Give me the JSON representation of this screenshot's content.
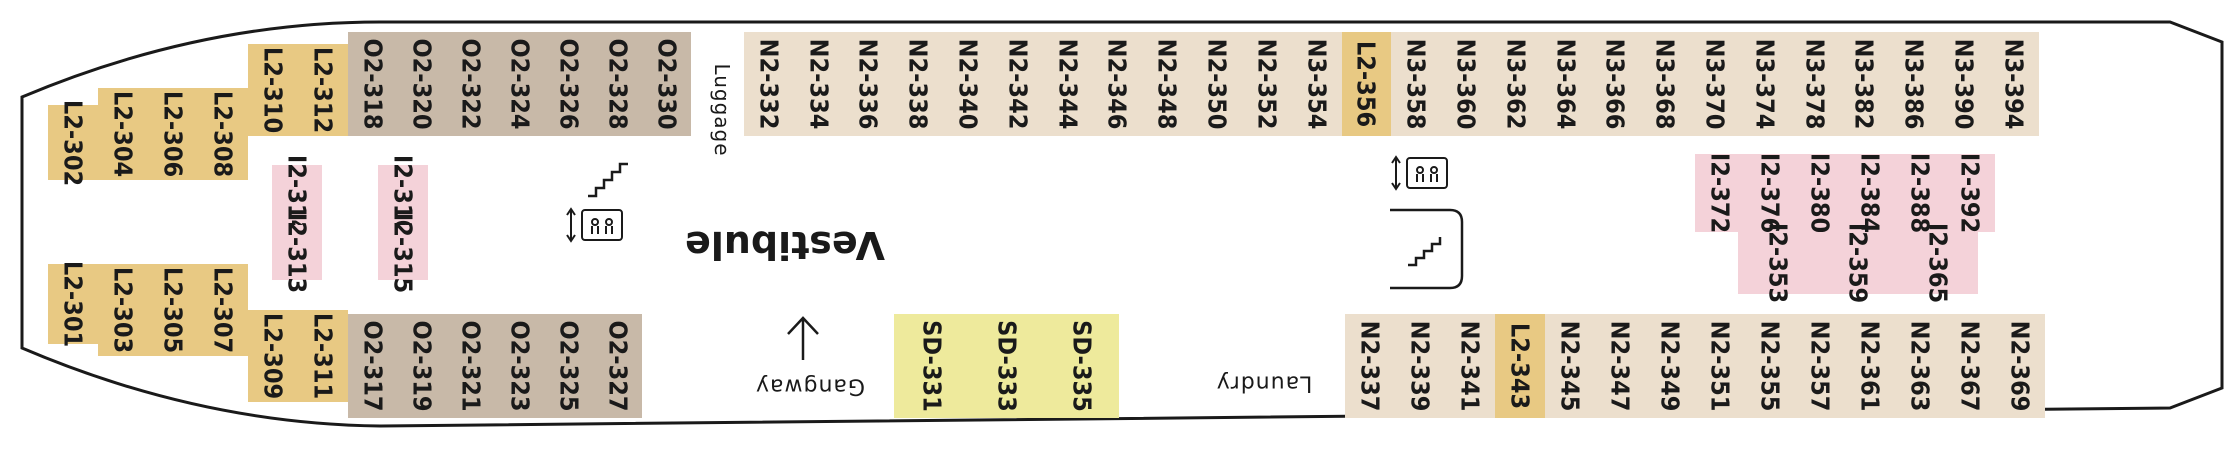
{
  "colors": {
    "suite_gold": "#e8c983",
    "balcony_taupe": "#c8b9a8",
    "standard_beige": "#ecdfcd",
    "interior_pink": "#f4d2d9",
    "special_yellow": "#eeea9c",
    "hull_stroke": "#1a1a1a"
  },
  "labels": {
    "vestibule": "Vestibule",
    "gangway": "Gangway",
    "laundry": "Laundry",
    "luggage": "Luggage"
  },
  "icons": [
    "stairs-icon",
    "elevator-icon",
    "arrow-up-icon"
  ],
  "cabins": {
    "bow_suites": [
      "L2-302",
      "L2-304",
      "L2-306",
      "L2-308",
      "L2-310",
      "L2-312",
      "L2-301",
      "L2-303",
      "L2-305",
      "L2-307",
      "L2-309",
      "L2-311"
    ],
    "bow_interior": [
      "I2-314",
      "I2-313",
      "I2-316",
      "I2-315"
    ],
    "balcony_top": [
      "O2-318",
      "O2-320",
      "O2-322",
      "O2-324",
      "O2-326",
      "O2-328",
      "O2-330"
    ],
    "balcony_bottom": [
      "O2-317",
      "O2-319",
      "O2-321",
      "O2-323",
      "O2-325",
      "O2-327"
    ],
    "special": [
      "SD-331",
      "SD-333",
      "SD-335"
    ],
    "top_row": [
      "N2-332",
      "N2-334",
      "N2-336",
      "N2-338",
      "N2-340",
      "N2-342",
      "N2-344",
      "N2-346",
      "N2-348",
      "N2-350",
      "N2-352",
      "N3-354",
      "L2-356",
      "N3-358",
      "N3-360",
      "N3-362",
      "N3-364",
      "N3-366",
      "N3-368",
      "N3-370",
      "N3-374",
      "N3-378",
      "N3-382",
      "N3-386",
      "N3-390",
      "N3-394"
    ],
    "bottom_row": [
      "N2-337",
      "N2-339",
      "N2-341",
      "L2-343",
      "N2-345",
      "N2-347",
      "N2-349",
      "N2-351",
      "N2-355",
      "N2-357",
      "N2-361",
      "N2-363",
      "N2-367",
      "N2-369"
    ],
    "stern_interior_top": [
      "I2-372",
      "I2-376",
      "I2-380",
      "I2-384",
      "I2-388",
      "I2-392"
    ],
    "stern_interior_bottom": [
      "I2-353",
      "I2-359",
      "I2-365"
    ]
  }
}
